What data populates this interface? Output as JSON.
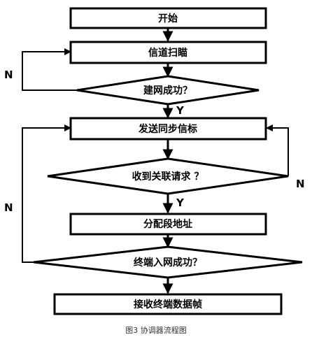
{
  "nodes": {
    "start": "开始",
    "channel_scan": "信道扫瞄",
    "network_success": "建网成功？",
    "send_beacon": "发送同步信标",
    "assoc_request": "收到关联请求 ？",
    "assign_address": "分配段地址",
    "terminal_join": "终端入网成功？",
    "receive_data": "接收终端数据帧"
  },
  "branches": {
    "yes": "Y",
    "no": "N"
  },
  "caption": "图3 协调器流程图"
}
